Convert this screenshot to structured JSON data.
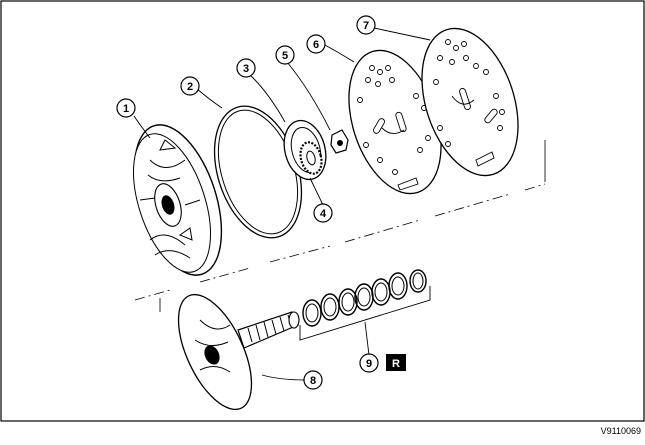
{
  "figure": {
    "reference_code": "V9110069",
    "callouts": [
      "1",
      "2",
      "3",
      "4",
      "5",
      "6",
      "7",
      "8",
      "9"
    ],
    "replace_badge": "R"
  }
}
